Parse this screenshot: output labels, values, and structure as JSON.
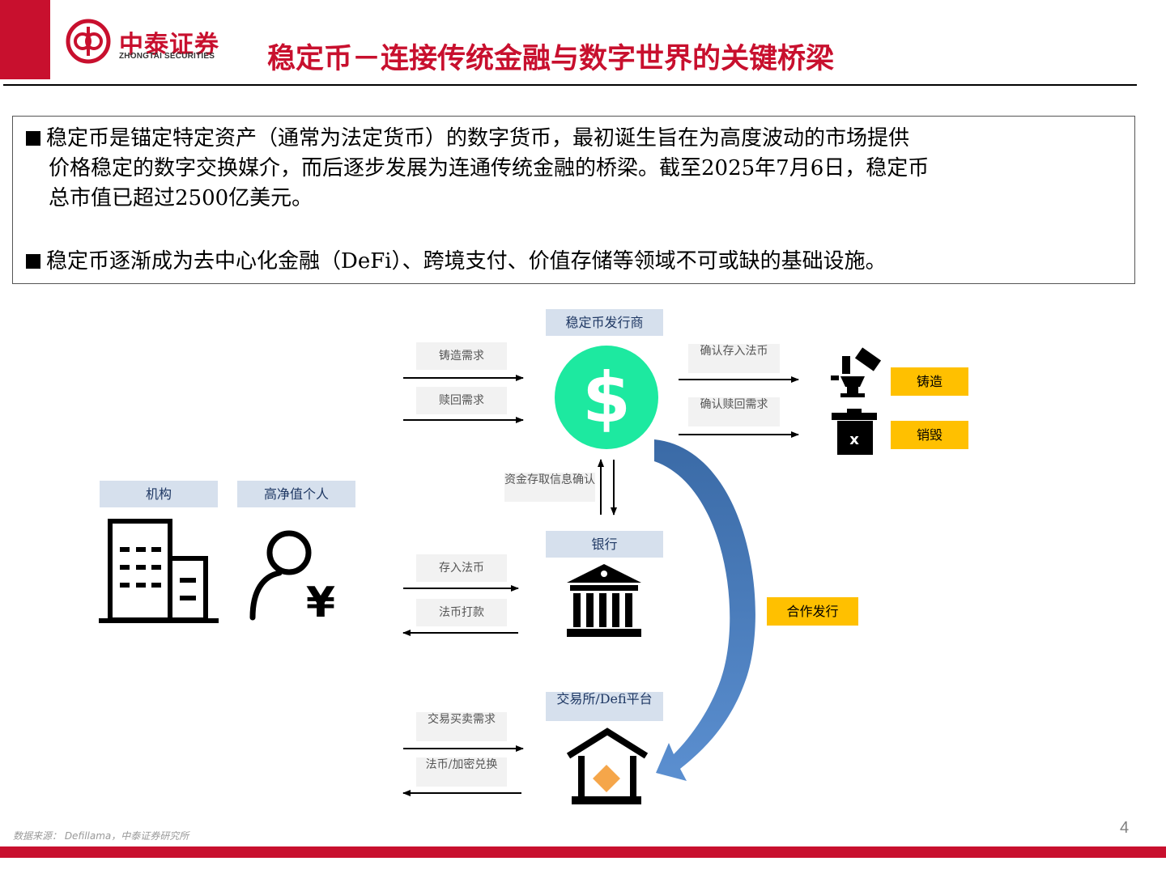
{
  "header": {
    "logo_cn": "中泰证券",
    "logo_en": "ZHONGTAI SECURITIES",
    "title": "稳定币－连接传统金融与数字世界的关键桥梁"
  },
  "intro": {
    "bullet1_lines": [
      "稳定币是锚定特定资产（通常为法定货币）的数字货币，最初诞生旨在为高度波动的市场提供",
      "价格稳定的数字交换媒介，而后逐步发展为连通传统金融的桥梁。截至2025年7月6日，稳定币",
      "总市值已超过2500亿美元。"
    ],
    "bullet2": "稳定币逐渐成为去中心化金融（DeFi）、跨境支付、价值存储等领域不可或缺的基础设施。"
  },
  "diagram": {
    "issuer": "稳定币发行商",
    "bank": "银行",
    "exchange": "交易所/Defi平台",
    "institution": "机构",
    "hnwi": "高净值个人",
    "mint_demand": "铸造需求",
    "redeem_demand": "赎回需求",
    "confirm_deposit": "确认存入法币",
    "confirm_redeem": "确认赎回需求",
    "mint": "铸造",
    "burn": "销毁",
    "fund_confirm": "资金存取信息确认",
    "deposit_fiat": "存入法币",
    "fiat_payout": "法币打款",
    "coop_issue": "合作发行",
    "trade_demand": "交易买卖需求",
    "fiat_crypto_swap": "法币/加密兑换",
    "dollar_symbol": "$",
    "yen_symbol": "¥",
    "burn_mark": "x",
    "colors": {
      "accent_red": "#c8102e",
      "coin_green": "#1de9a0",
      "arrow_blue": "#2e6db4",
      "gold": "#ffc000",
      "label_blue": "#d6e0ed"
    },
    "icons": [
      "coin-icon",
      "gavel-icon",
      "trash-icon",
      "building-icon",
      "person-yen-icon",
      "bank-icon",
      "exchange-icon"
    ]
  },
  "footer": {
    "source": "数据来源： Defillama，中泰证券研究所",
    "page": "4"
  }
}
